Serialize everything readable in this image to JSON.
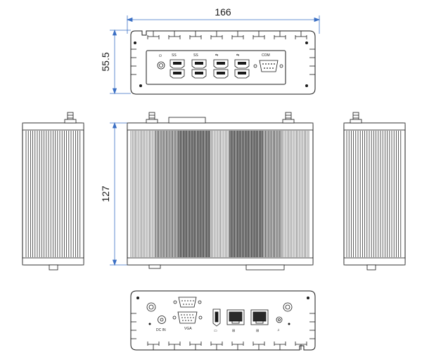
{
  "dimensions": {
    "width": "166",
    "height": "55.5",
    "depth": "127"
  },
  "front_panel_labels": {
    "usb1": "SS",
    "usb2": "SS",
    "com": "COM"
  },
  "rear_panel_labels": {
    "vga": "VGA",
    "dc_in": "DC IN"
  },
  "colors": {
    "line": "#1a1a1a",
    "dimension": "#3a6fc4",
    "panel_fill": "#ffffff",
    "fin_dark": "#2a2a2a"
  }
}
